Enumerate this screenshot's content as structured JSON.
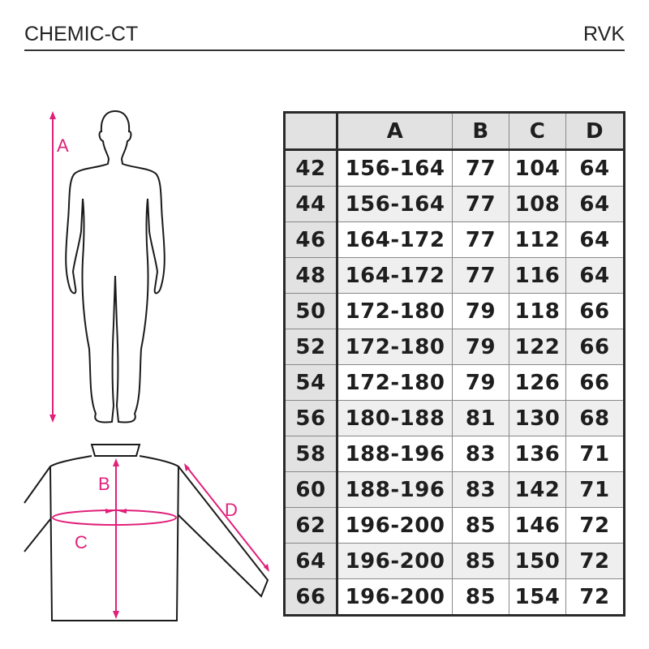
{
  "header": {
    "title": "CHEMIC-CT",
    "brand": "RVK"
  },
  "diagram": {
    "labels": {
      "A": "A",
      "B": "B",
      "C": "C",
      "D": "D"
    },
    "accent_color": "#e0207a"
  },
  "table": {
    "columns": [
      "",
      "A",
      "B",
      "C",
      "D"
    ],
    "rows": [
      [
        "42",
        "156-164",
        "77",
        "104",
        "64"
      ],
      [
        "44",
        "156-164",
        "77",
        "108",
        "64"
      ],
      [
        "46",
        "164-172",
        "77",
        "112",
        "64"
      ],
      [
        "48",
        "164-172",
        "77",
        "116",
        "64"
      ],
      [
        "50",
        "172-180",
        "79",
        "118",
        "66"
      ],
      [
        "52",
        "172-180",
        "79",
        "122",
        "66"
      ],
      [
        "54",
        "172-180",
        "79",
        "126",
        "66"
      ],
      [
        "56",
        "180-188",
        "81",
        "130",
        "68"
      ],
      [
        "58",
        "188-196",
        "83",
        "136",
        "71"
      ],
      [
        "60",
        "188-196",
        "83",
        "142",
        "71"
      ],
      [
        "62",
        "196-200",
        "85",
        "146",
        "72"
      ],
      [
        "64",
        "196-200",
        "85",
        "150",
        "72"
      ],
      [
        "66",
        "196-200",
        "85",
        "154",
        "72"
      ]
    ]
  }
}
